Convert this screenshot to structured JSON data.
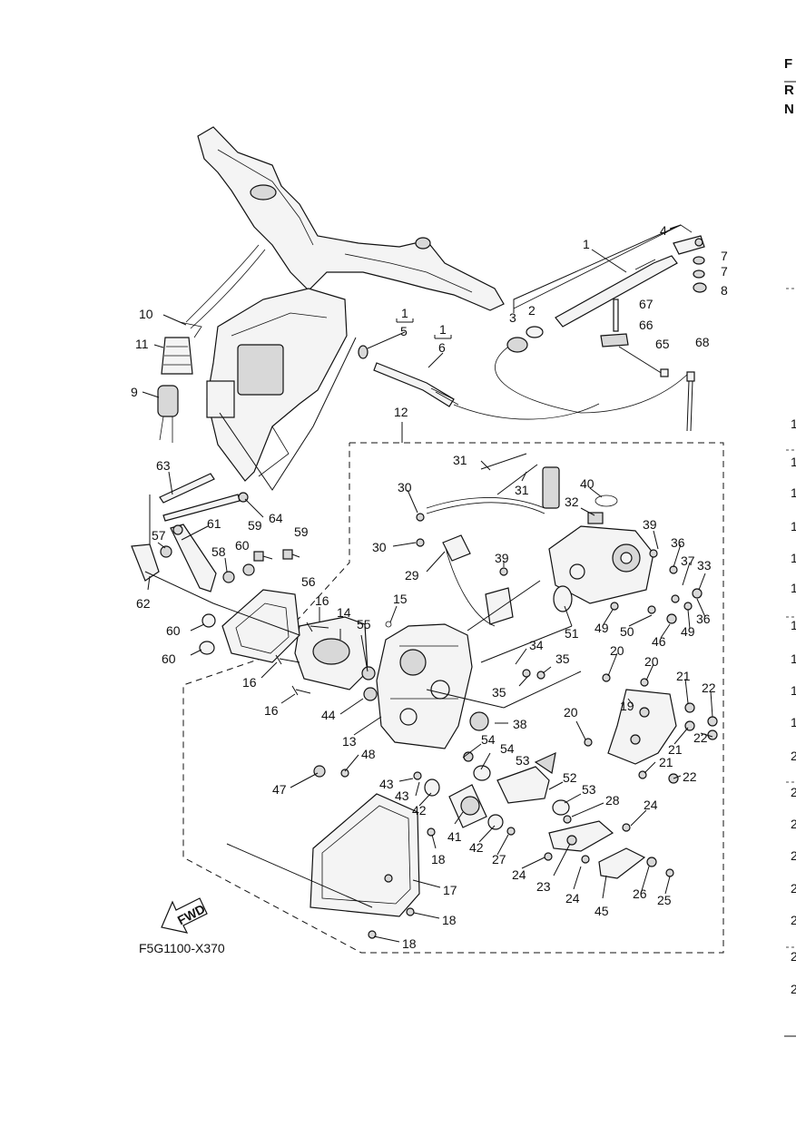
{
  "diagram_code": "F5G1100-X370",
  "fwd_label": "FWD",
  "page_edge": {
    "header_letters": [
      "F",
      "R",
      "N"
    ],
    "row_digits": [
      "1",
      "1",
      "1",
      "1",
      "1",
      "1",
      "1",
      "1",
      "1",
      "1",
      "2",
      "2",
      "2",
      "2",
      "2",
      "2",
      "2",
      "2"
    ]
  },
  "callouts": [
    "1",
    "2",
    "3",
    "4",
    "5",
    "6",
    "7",
    "7",
    "8",
    "9",
    "10",
    "11",
    "12",
    "13",
    "14",
    "15",
    "16",
    "16",
    "16",
    "17",
    "18",
    "18",
    "18",
    "19",
    "20",
    "20",
    "20",
    "21",
    "21",
    "21",
    "22",
    "22",
    "22",
    "23",
    "24",
    "24",
    "24",
    "25",
    "26",
    "27",
    "28",
    "29",
    "30",
    "30",
    "31",
    "31",
    "32",
    "33",
    "34",
    "35",
    "35",
    "36",
    "36",
    "37",
    "38",
    "39",
    "39",
    "40",
    "41",
    "42",
    "42",
    "43",
    "43",
    "44",
    "45",
    "46",
    "47",
    "48",
    "49",
    "49",
    "50",
    "51",
    "52",
    "53",
    "53",
    "54",
    "54",
    "55",
    "56",
    "57",
    "58",
    "59",
    "59",
    "60",
    "60",
    "60",
    "61",
    "62",
    "63",
    "64",
    "65",
    "66",
    "67",
    "68"
  ]
}
